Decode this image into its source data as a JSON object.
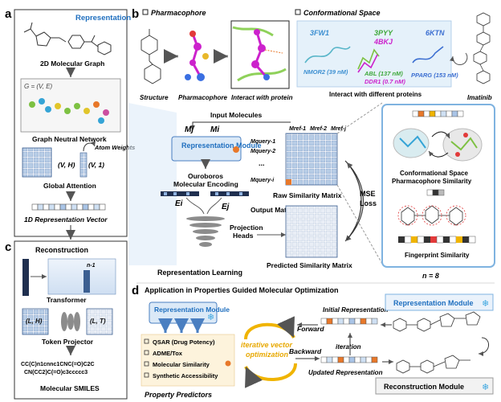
{
  "panel_a": {
    "letter": "a",
    "title": "Representation",
    "graph_label": "2D Molecular Graph",
    "graph_formula": "G = (V, E)",
    "gnn_label": "Graph Neutral Network",
    "atom_weights": "Atom Weights",
    "vh": "(V, H)",
    "v1": "(V, 1)",
    "attention_label": "Global Attention",
    "vector_label": "1D Representation Vector"
  },
  "panel_b": {
    "letter": "b",
    "pharm_title": "Pharmacophore",
    "conf_title": "Conformational Space",
    "structure": "Structure",
    "pharmacophore": "Pharmacophore",
    "interact": "Interact with protein",
    "pdb_3fw1": "3FW1",
    "pdb_3pyy": "3PYY",
    "pdb_4bkj": "4BKJ",
    "pdb_6ktn": "6KTN",
    "nmor2": "NMOR2 (39 nM)",
    "abl": "ABL (137 nM)",
    "ddr1": "DDR1 (0.7 nM)",
    "pparg": "PPARG (153 nM)",
    "interact_diff": "Interact with different proteins",
    "imatinib": "Imatinib",
    "input_molecules": "Input Molecules",
    "mj": "Mj",
    "mi": "Mi",
    "rep_module": "Representation Module",
    "ouroboros": "Ouroboros",
    "mol_encoding": "Molecular Encoding",
    "ei": "Ei",
    "ej": "Ej",
    "projection_heads": "Projection Heads",
    "output_matrix": "Output Matrix",
    "raw_matrix": "Raw Similarity Matrix",
    "pred_matrix": "Predicted Similarity Matrix",
    "mse": "MSE",
    "loss": "Loss",
    "mref1": "Mref-1",
    "mref2": "Mref-2",
    "mrefj": "Mref-j",
    "mq1": "Mquery-1",
    "mq2": "Mquery-2",
    "mqi": "Mquery-i",
    "dots": "...",
    "rep_learning": "Representation  Learning",
    "conf_sim": "Conformational Space",
    "pharm_sim": "Pharmacophore Similarity",
    "fp_sim": "Fingerprint Similarity",
    "n8": "n = 8"
  },
  "panel_c": {
    "letter": "c",
    "reconstruction": "Reconstruction",
    "n1": "n-1",
    "transformer": "Transformer",
    "lh": "(L, H)",
    "lt": "(L, T)",
    "token_projector": "Token Projector",
    "smiles1": "CC(C)n1cnnc1CNC(=O)C2C",
    "smiles2": "CN(CC2)C(=O)c3ccccc3",
    "mol_smiles": "Molecular SMILES"
  },
  "panel_d": {
    "letter": "d",
    "title": "Application  in  Properties  Guided  Molecular  Optimization",
    "rep_module": "Representation Module",
    "qsar": "QSAR (Drug Potency)",
    "admet": "ADME/Tox",
    "mol_sim": "Molecular Similarity",
    "synth": "Synthetic Accessibility",
    "iterative1": "iterative vector",
    "iterative2": "optimization",
    "forward": "Forward",
    "backward": "Backward",
    "initial_rep": "Initial Representation",
    "updated_rep": "Updated Representation",
    "iteration": "iteration",
    "rep_module_r": "Representation Module",
    "recon_module": "Reconstruction  Module",
    "property_predictors": "Property Predictors"
  },
  "colors": {
    "blue": "#1f6fbf",
    "lightblue": "#dbe9f7",
    "cream": "#fdf3dc",
    "orange": "#e8782a",
    "gold": "#f0b400",
    "magenta": "#cc22cc",
    "gray": "#8c8c8c"
  }
}
